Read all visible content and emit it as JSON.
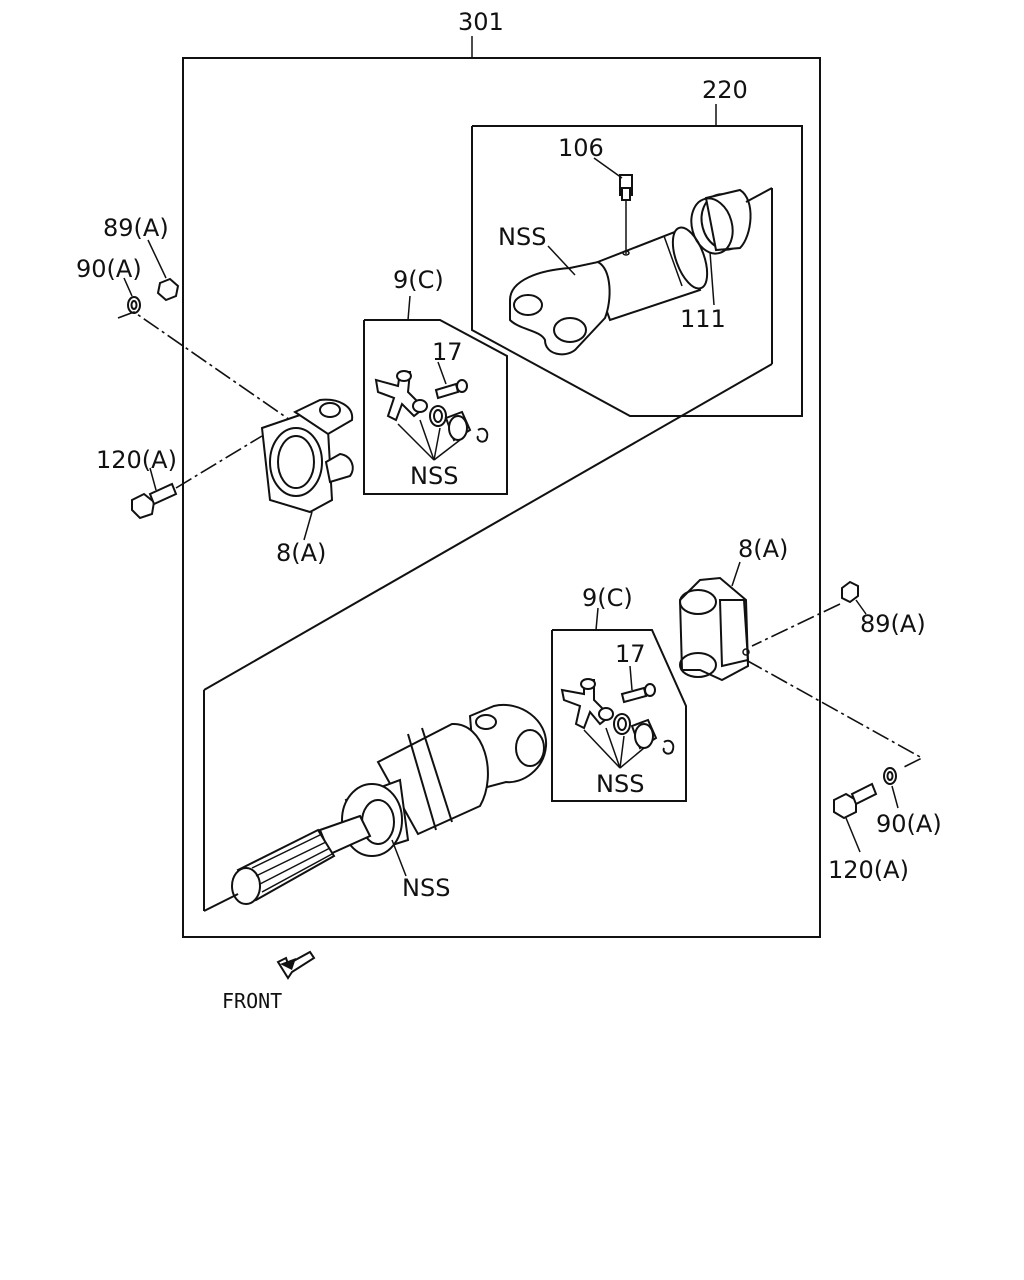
{
  "diagram": {
    "labels": {
      "assembly": "301",
      "shaft_assembly": "220",
      "grease_fitting_top": "106",
      "seal": "111",
      "nss_shaft": "NSS",
      "nut_upper": "89(A)",
      "washer_upper": "90(A)",
      "kit_upper": "9(C)",
      "grease_upper": "17",
      "nss_kit_upper": "NSS",
      "bolt_upper": "120(A)",
      "flange_upper": "8(A)",
      "flange_lower": "8(A)",
      "nut_lower": "89(A)",
      "kit_lower": "9(C)",
      "grease_lower": "17",
      "nss_kit_lower": "NSS",
      "washer_lower": "90(A)",
      "bolt_lower": "120(A)",
      "nss_spline": "NSS"
    },
    "front_label": "FRONT"
  }
}
